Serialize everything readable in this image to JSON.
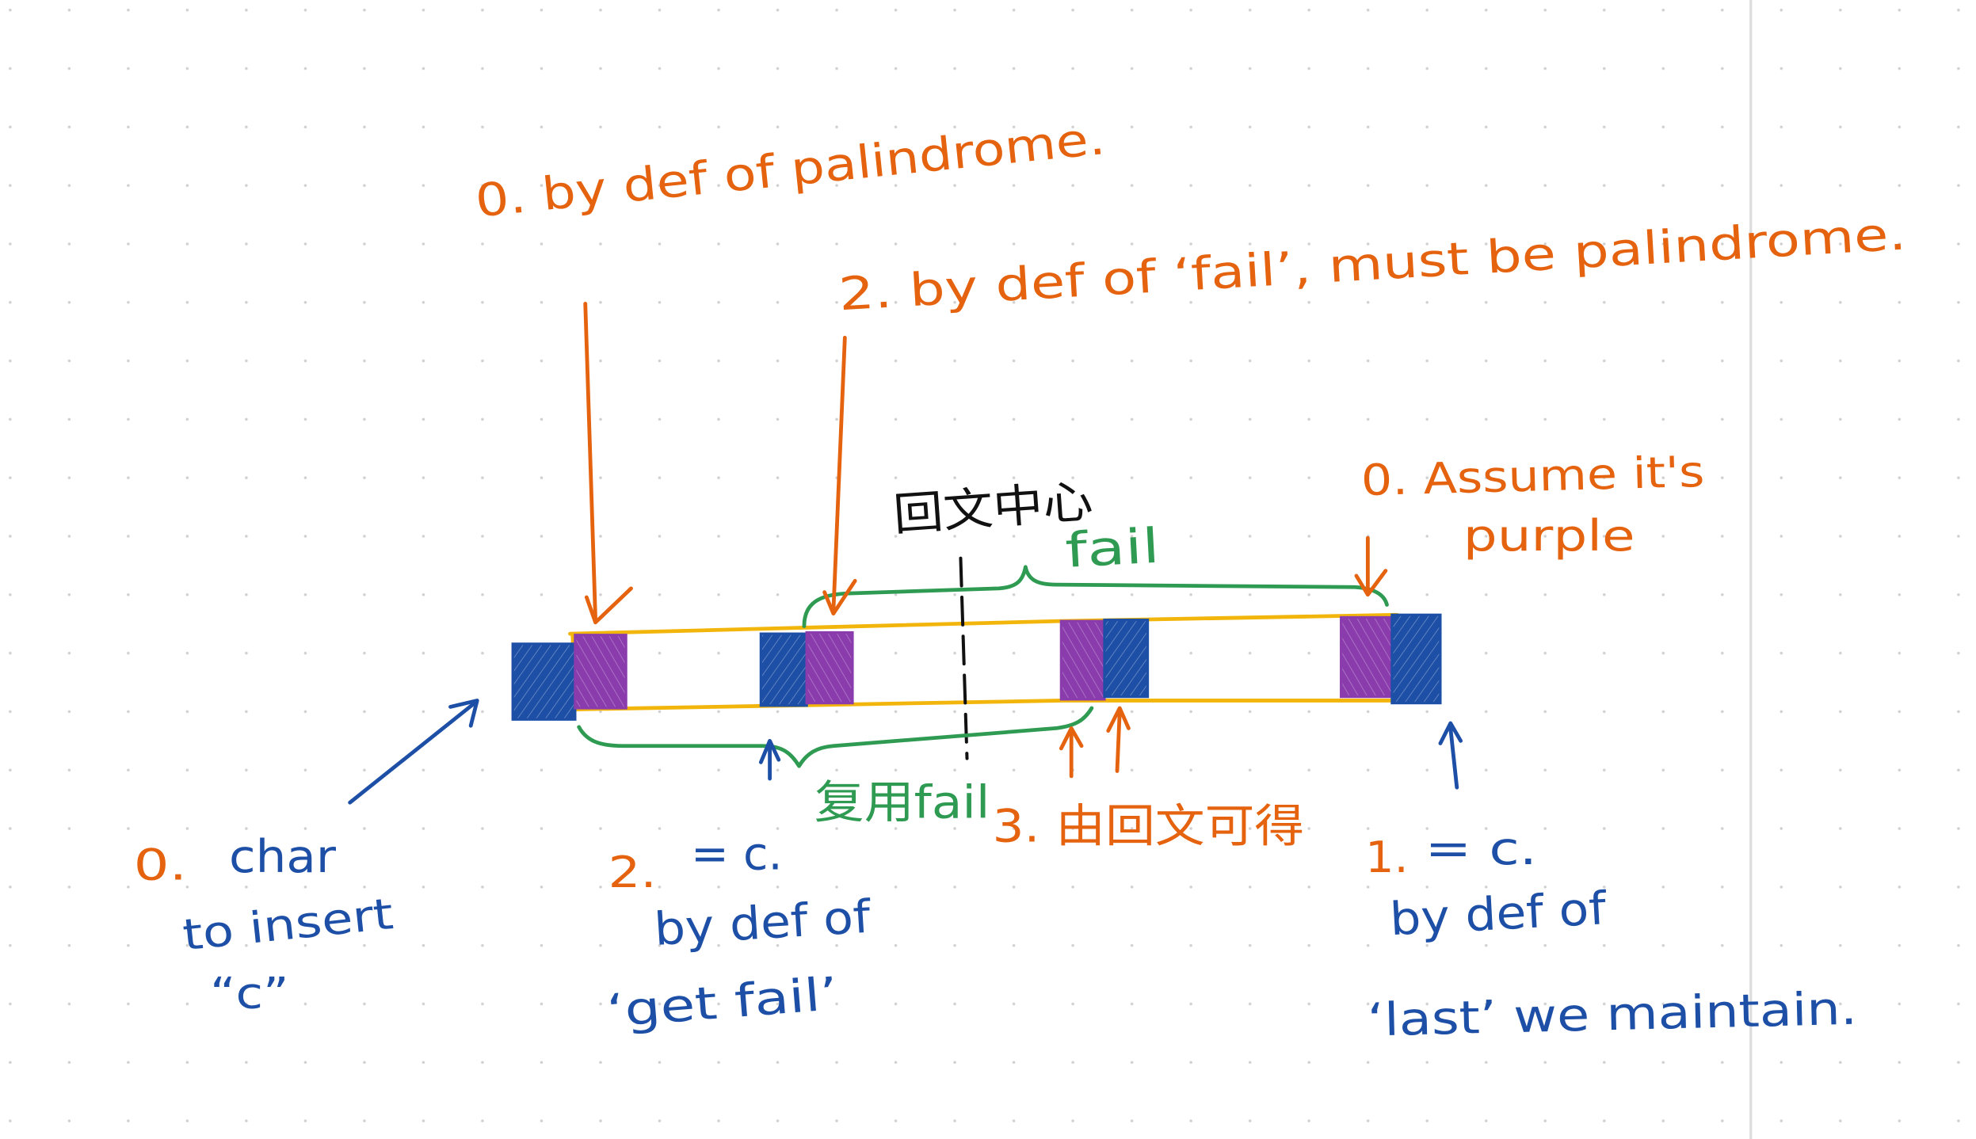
{
  "colors": {
    "orange": "#e5620f",
    "blue": "#1d4fa6",
    "purple": "#8a3cad",
    "green": "#2f9b52",
    "yellow": "#f2b50c",
    "black": "#111111"
  },
  "notes": {
    "palindrome_def": "0. by def of palindrome.",
    "fail_def": "2. by def of ‘fail’, must be palindrome.",
    "assume": {
      "line1": "0. Assume it's",
      "line2": "purple"
    },
    "center": "回文中心",
    "fail": "fail",
    "reuse_fail": "复用fail",
    "by_palindrome": "3. 由回文可得",
    "insert_char": {
      "step": "0.",
      "line1": "char",
      "line2": "to insert",
      "line3": "“c”"
    },
    "get_fail": {
      "step": "2.",
      "line1": "= c.",
      "line2": "by def of",
      "line3": "‘get fail’"
    },
    "last": {
      "step": "1.",
      "line1": "= c.",
      "line2": "by def of",
      "line3": "‘last’ we maintain."
    }
  }
}
